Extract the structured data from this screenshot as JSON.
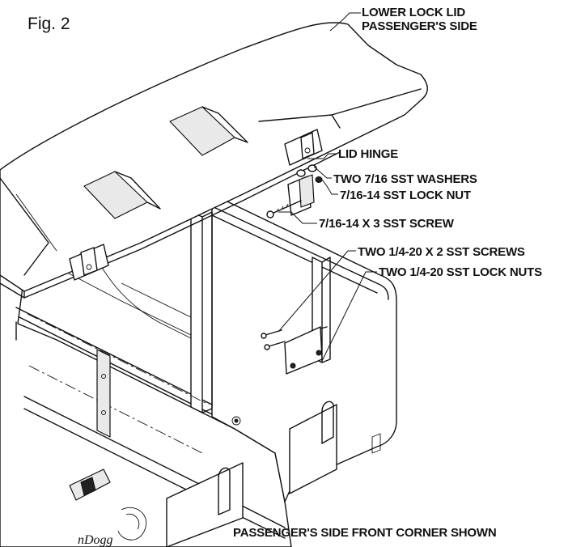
{
  "figure": {
    "title": "Fig. 2",
    "caption": "PASSENGER'S SIDE FRONT CORNER SHOWN"
  },
  "callouts": [
    {
      "id": "lower-lock-lid",
      "lines": [
        "LOWER LOCK LID",
        "PASSENGER'S SIDE"
      ]
    },
    {
      "id": "lid-hinge",
      "lines": [
        "LID HINGE"
      ]
    },
    {
      "id": "washers",
      "lines": [
        "TWO 7/16 SST WASHERS"
      ]
    },
    {
      "id": "lock-nut",
      "lines": [
        "7/16-14 SST LOCK NUT"
      ]
    },
    {
      "id": "screw",
      "lines": [
        "7/16-14 X 3 SST SCREW"
      ]
    },
    {
      "id": "small-screws",
      "lines": [
        "TWO 1/4-20 X 2 SST SCREWS"
      ]
    },
    {
      "id": "small-lock-nuts",
      "lines": [
        "TWO 1/4-20 SST LOCK NUTS"
      ]
    }
  ]
}
